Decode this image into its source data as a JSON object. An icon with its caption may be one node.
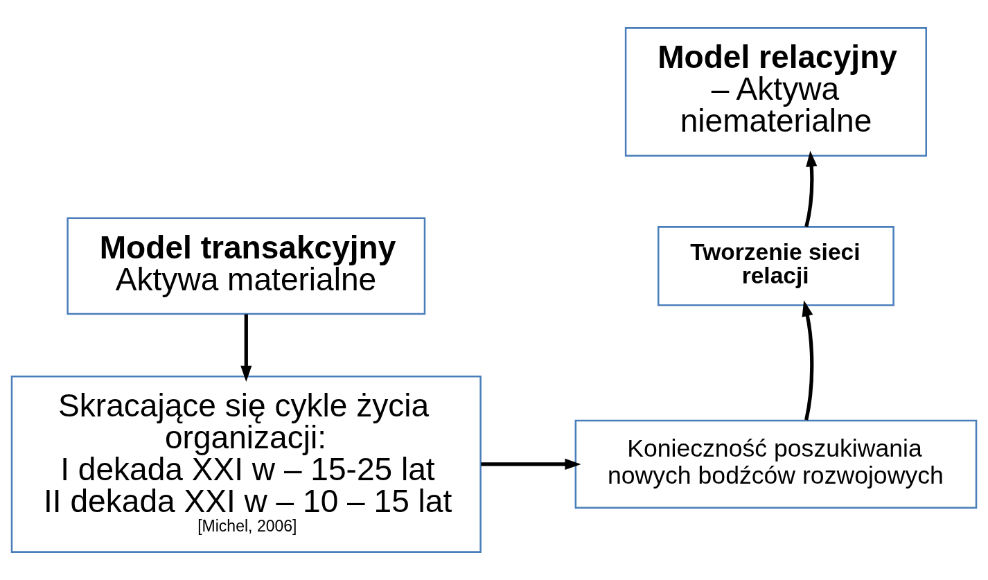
{
  "diagram": {
    "nodes": [
      {
        "text": [
          "Model transakcyjny",
          "Aktywa materialne"
        ]
      },
      {
        "text": [
          "Model relacyjny",
          "– Aktywa niematerialne"
        ]
      },
      {
        "text": [
          "Tworzenie sieci relacji"
        ]
      },
      {
        "text": [
          "Skracające się cykle życia organizacji:",
          "I dekada XXI w – 15-25 lat",
          "II dekada XXI w – 10 – 15 lat",
          "[Michel, 2006]"
        ]
      },
      {
        "text": [
          "Konieczność poszukiwania nowych bodźców rozwojowych"
        ]
      }
    ],
    "edges": [
      {
        "from": 0,
        "to": 3,
        "arrow": "to"
      },
      {
        "from": 3,
        "to": 4,
        "arrow": "to"
      },
      {
        "from": 4,
        "to": 2,
        "arrow": "to"
      },
      {
        "from": 2,
        "to": 1,
        "arrow": "to"
      }
    ]
  }
}
